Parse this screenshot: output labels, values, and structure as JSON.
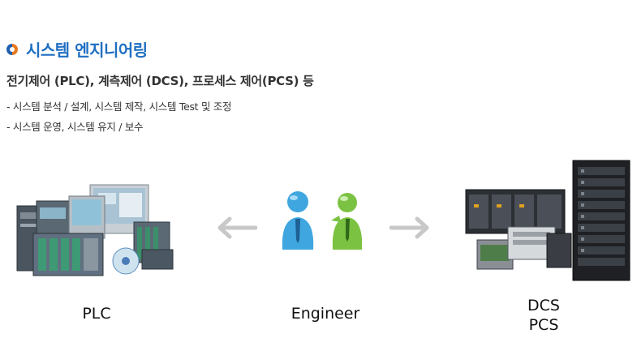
{
  "section": {
    "title": "시스템 엔지니어링",
    "subtitle": "전기제어 (PLC), 계측제어 (DCS), 프로세스 제어(PCS) 등",
    "bullets": [
      "- 시스템 분석 / 설계, 시스템 제작, 시스템 Test 및 조정",
      "- 시스템 운영, 시스템 유지 / 보수"
    ]
  },
  "diagram": {
    "left_label": "PLC",
    "center_label": "Engineer",
    "right_label_line1": "DCS",
    "right_label_line2": "PCS"
  },
  "colors": {
    "title": "#1f6fc2",
    "ring_orange": "#e87a1f",
    "ring_blue": "#1f5fae",
    "arrow": "#c8c8c8",
    "engineer_blue": "#3fa6e0",
    "engineer_green": "#7cc242"
  }
}
